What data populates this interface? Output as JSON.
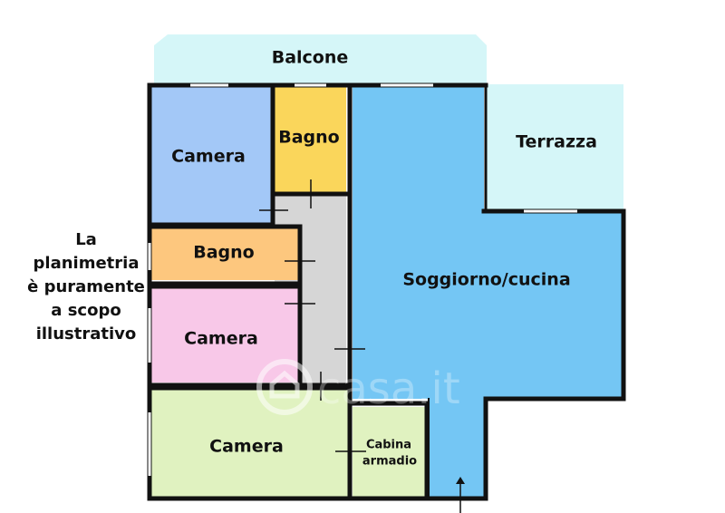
{
  "rooms": {
    "balcone": "Balcone",
    "camera_top": "Camera",
    "bagno_top": "Bagno",
    "terrazza": "Terrazza",
    "bagno_mid": "Bagno",
    "soggiorno": "Soggiorno/cucina",
    "camera_mid": "Camera",
    "camera_bottom": "Camera",
    "cabina_line1": "Cabina",
    "cabina_line2": "armadio"
  },
  "note": "La\nplanimetria\nè puramente\na scopo\nillustrativo",
  "watermark": "casa.it",
  "colors": {
    "balcone": "#d5f6f8",
    "camera_top": "#a3c8f7",
    "bagno_top": "#fad65b",
    "terrazza": "#d5f6f8",
    "bagno_mid": "#fdc77e",
    "soggiorno": "#74c6f4",
    "camera_mid": "#f8c8e8",
    "corridor": "#d6d6d6",
    "camera_bottom": "#e0f2c0",
    "cabina": "#e0f2c0",
    "wall": "#111111"
  }
}
